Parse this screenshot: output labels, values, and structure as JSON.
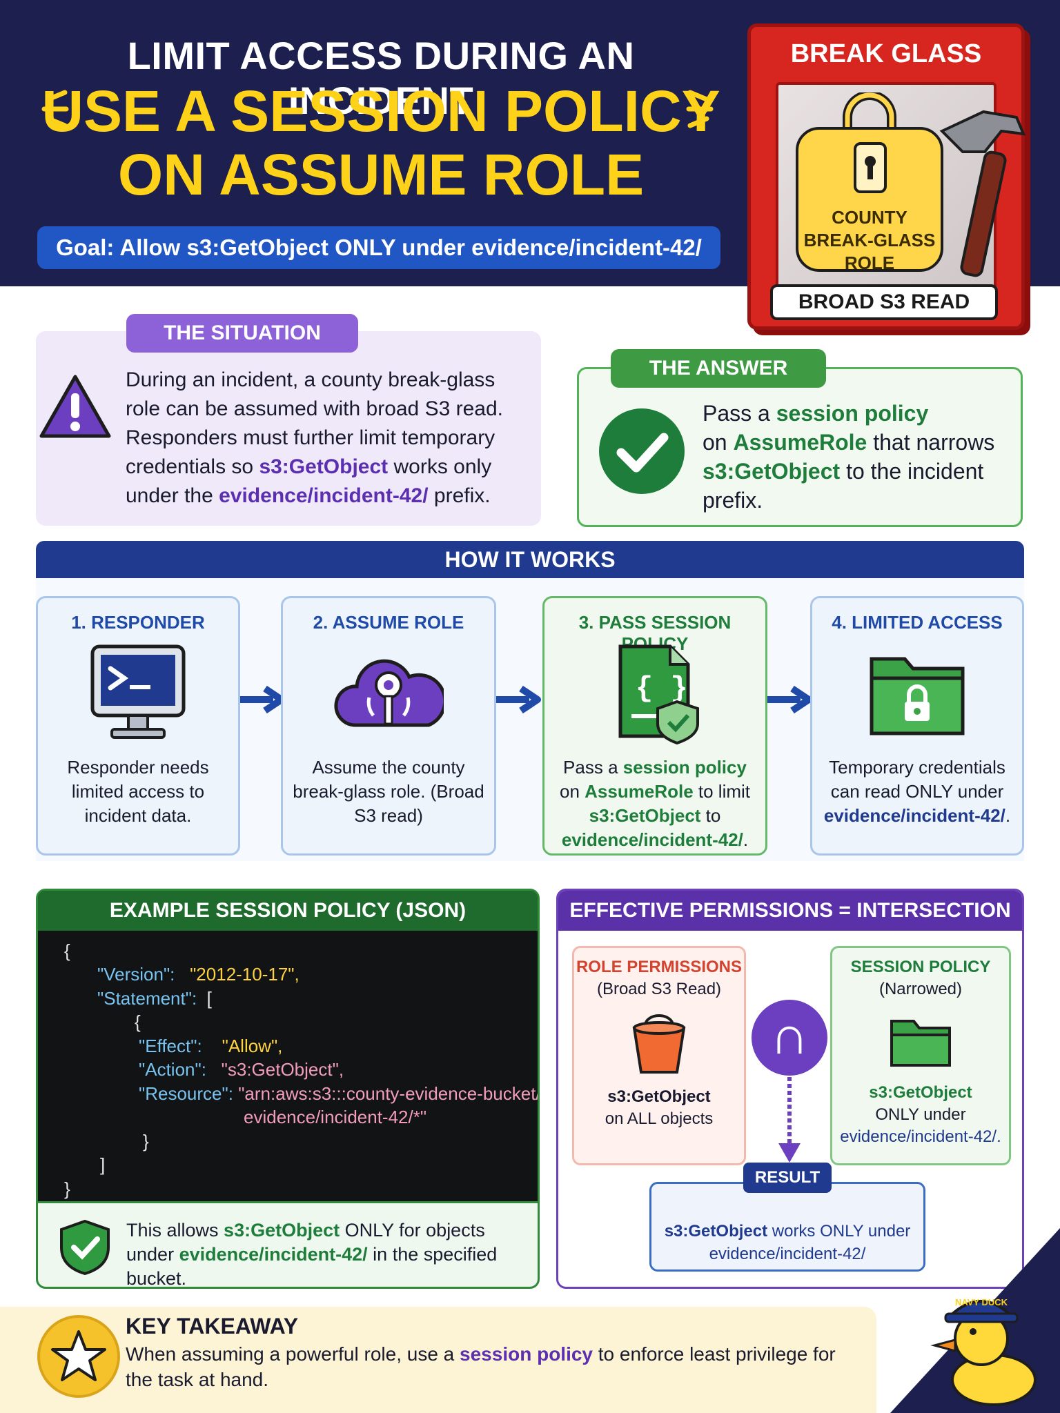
{
  "header": {
    "line1": "LIMIT ACCESS DURING AN INCIDENT",
    "line2": "USE A SESSION POLICY",
    "line3": "ON ASSUME ROLE",
    "goal": "Goal: Allow s3:GetObject ONLY under evidence/incident-42/"
  },
  "break_glass": {
    "title": "BREAK GLASS",
    "lock_lines": [
      "COUNTY",
      "BREAK-GLASS",
      "ROLE"
    ],
    "label": "BROAD S3 READ"
  },
  "situation": {
    "title": "THE SITUATION",
    "text_1": "During an incident, a county break-glass role can be assumed with broad S3 read. Responders must further limit temporary credentials so ",
    "hl_1": "s3:GetObject",
    "text_2": " works only under the ",
    "hl_2": "evidence/incident-42/",
    "text_3": " prefix."
  },
  "answer": {
    "title": "THE ANSWER",
    "t1": "Pass a ",
    "h1": "session policy",
    "t2": "on ",
    "h2": "AssumeRole",
    "t3": " that narrows ",
    "h3": "s3:GetObject",
    "t4": " to the incident prefix."
  },
  "how": {
    "title": "HOW IT WORKS",
    "steps": [
      {
        "title": "1. RESPONDER",
        "text": "Responder needs limited access to incident data."
      },
      {
        "title": "2. ASSUME ROLE",
        "text": "Assume the county break-glass role. (Broad S3 read)"
      },
      {
        "title": "3. PASS SESSION POLICY",
        "t1": "Pass a ",
        "h1": "session policy",
        "t2": "on ",
        "h2": "AssumeRole",
        "t3": " to limit ",
        "h3": "s3:GetObject",
        "t4": " to ",
        "h4": "evidence/incident-42/",
        "t5": "."
      },
      {
        "title": "4. LIMITED ACCESS",
        "t1": "Temporary credentials can read ONLY under ",
        "h1": "evidence/incident-42/",
        "t2": "."
      }
    ]
  },
  "json_panel": {
    "title": "EXAMPLE SESSION POLICY (JSON)",
    "code": {
      "open": "{",
      "version_key": "\"Version\":",
      "version_val": "\"2012-10-17\",",
      "statement_key": "\"Statement\":",
      "statement_open": "[",
      "obj_open": "{",
      "effect_key": "\"Effect\":",
      "effect_val": "\"Allow\",",
      "action_key": "\"Action\":",
      "action_val": "\"s3:GetObject\",",
      "resource_key": "\"Resource\":",
      "resource_val_1": "\"arn:aws:s3:::county-evidence-bucket/",
      "resource_val_2": "evidence/incident-42/*\"",
      "obj_close": "}",
      "statement_close": "]",
      "close": "}"
    },
    "footer_t1": "This allows ",
    "footer_h1": "s3:GetObject",
    "footer_t2": " ONLY for objects under ",
    "footer_h2": "evidence/incident-42/",
    "footer_t3": " in the specified bucket."
  },
  "effective": {
    "title": "EFFECTIVE PERMISSIONS = INTERSECTION",
    "role_title": "ROLE PERMISSIONS",
    "role_sub": "(Broad S3 Read)",
    "role_h": "s3:GetObject",
    "role_t": "on ALL objects",
    "session_title": "SESSION POLICY",
    "session_sub": "(Narrowed)",
    "session_h": "s3:GetObject",
    "session_t": "ONLY under",
    "session_path": "evidence/incident-42/.",
    "intersection_symbol": "∩",
    "result_label": "RESULT",
    "result_h": "s3:GetObject",
    "result_t": " works ONLY under",
    "result_path": "evidence/incident-42/"
  },
  "takeaway": {
    "title": "KEY TAKEAWAY",
    "t1": "When assuming a powerful role, use a ",
    "h1": "session policy",
    "t2": " to enforce least privilege for the task at hand."
  },
  "mascot": {
    "cap_text": "NAVY DUCK"
  },
  "colors": {
    "navy": "#1d1f4e",
    "yellow": "#ffd21a",
    "purple": "#5b2fb0",
    "green": "#1e7d3a",
    "red": "#d7261f",
    "blue": "#1f3a8f"
  }
}
